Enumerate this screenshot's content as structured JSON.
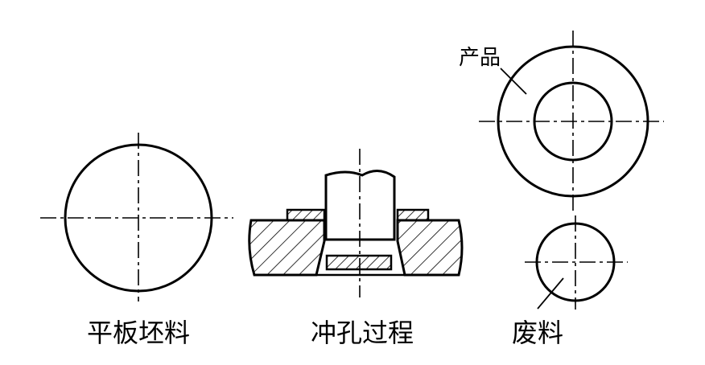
{
  "captions": {
    "blank": "平板坯料",
    "process": "冲孔过程",
    "scrap": "废料"
  },
  "labels": {
    "product": "产品"
  },
  "colors": {
    "ink": "#000000",
    "paper": "#ffffff"
  }
}
